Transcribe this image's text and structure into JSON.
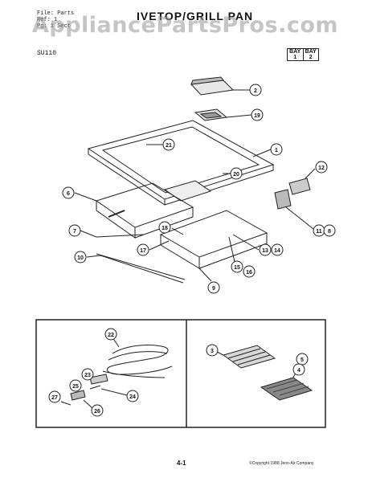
{
  "header": {
    "file_line": "File: Parts",
    "ref_line": "Ref: 1",
    "date_line": "Pg: 1 Sect",
    "title": "IVETOP/GRILL PAN",
    "model": "SU110"
  },
  "watermark": "AppliancePartsPros.com",
  "bay_box": {
    "bay1_top": "BAY",
    "bay1_bottom": "1",
    "bay2_top": "BAY",
    "bay2_bottom": "2"
  },
  "callouts_main": [
    "2",
    "19",
    "21",
    "1",
    "20",
    "12",
    "6",
    "11",
    "8",
    "7",
    "18",
    "17",
    "13",
    "14",
    "15",
    "16",
    "10",
    "9"
  ],
  "callouts_detail": [
    "22",
    "23",
    "25",
    "24",
    "27",
    "26",
    "5",
    "4",
    "3"
  ],
  "footer": {
    "page_number": "4-1",
    "copyright": "©Copyright 1988 Jenn-Air Company"
  }
}
